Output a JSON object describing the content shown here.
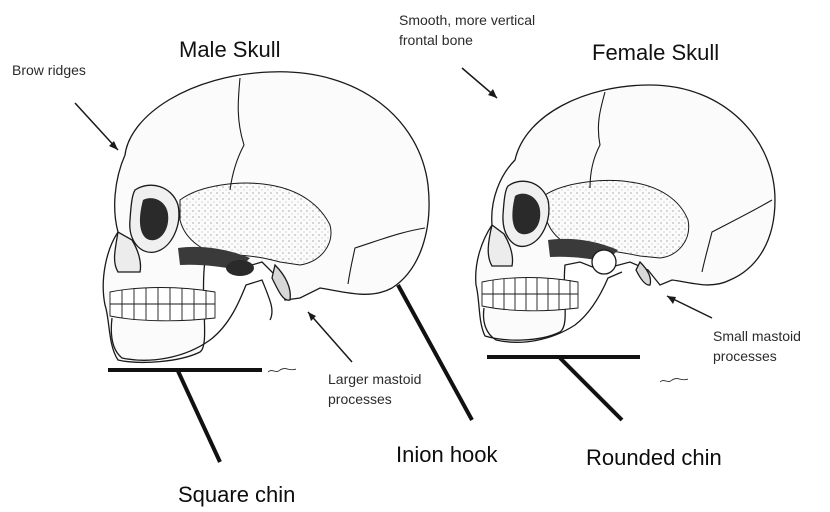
{
  "titles": {
    "male": "Male Skull",
    "female": "Female Skull"
  },
  "annotations": {
    "brow_ridges": "Brow ridges",
    "frontal_line1": "Smooth, more vertical",
    "frontal_line2": "frontal bone",
    "larger_mastoid_line1": "Larger mastoid",
    "larger_mastoid_line2": "processes",
    "small_mastoid_line1": "Small mastoid",
    "small_mastoid_line2": "processes",
    "inion_hook": "Inion hook",
    "square_chin": "Square chin",
    "rounded_chin": "Rounded chin"
  },
  "colors": {
    "ink": "#1a1a1a",
    "bone_fill": "#fbfbfb",
    "shade": "#555555"
  }
}
